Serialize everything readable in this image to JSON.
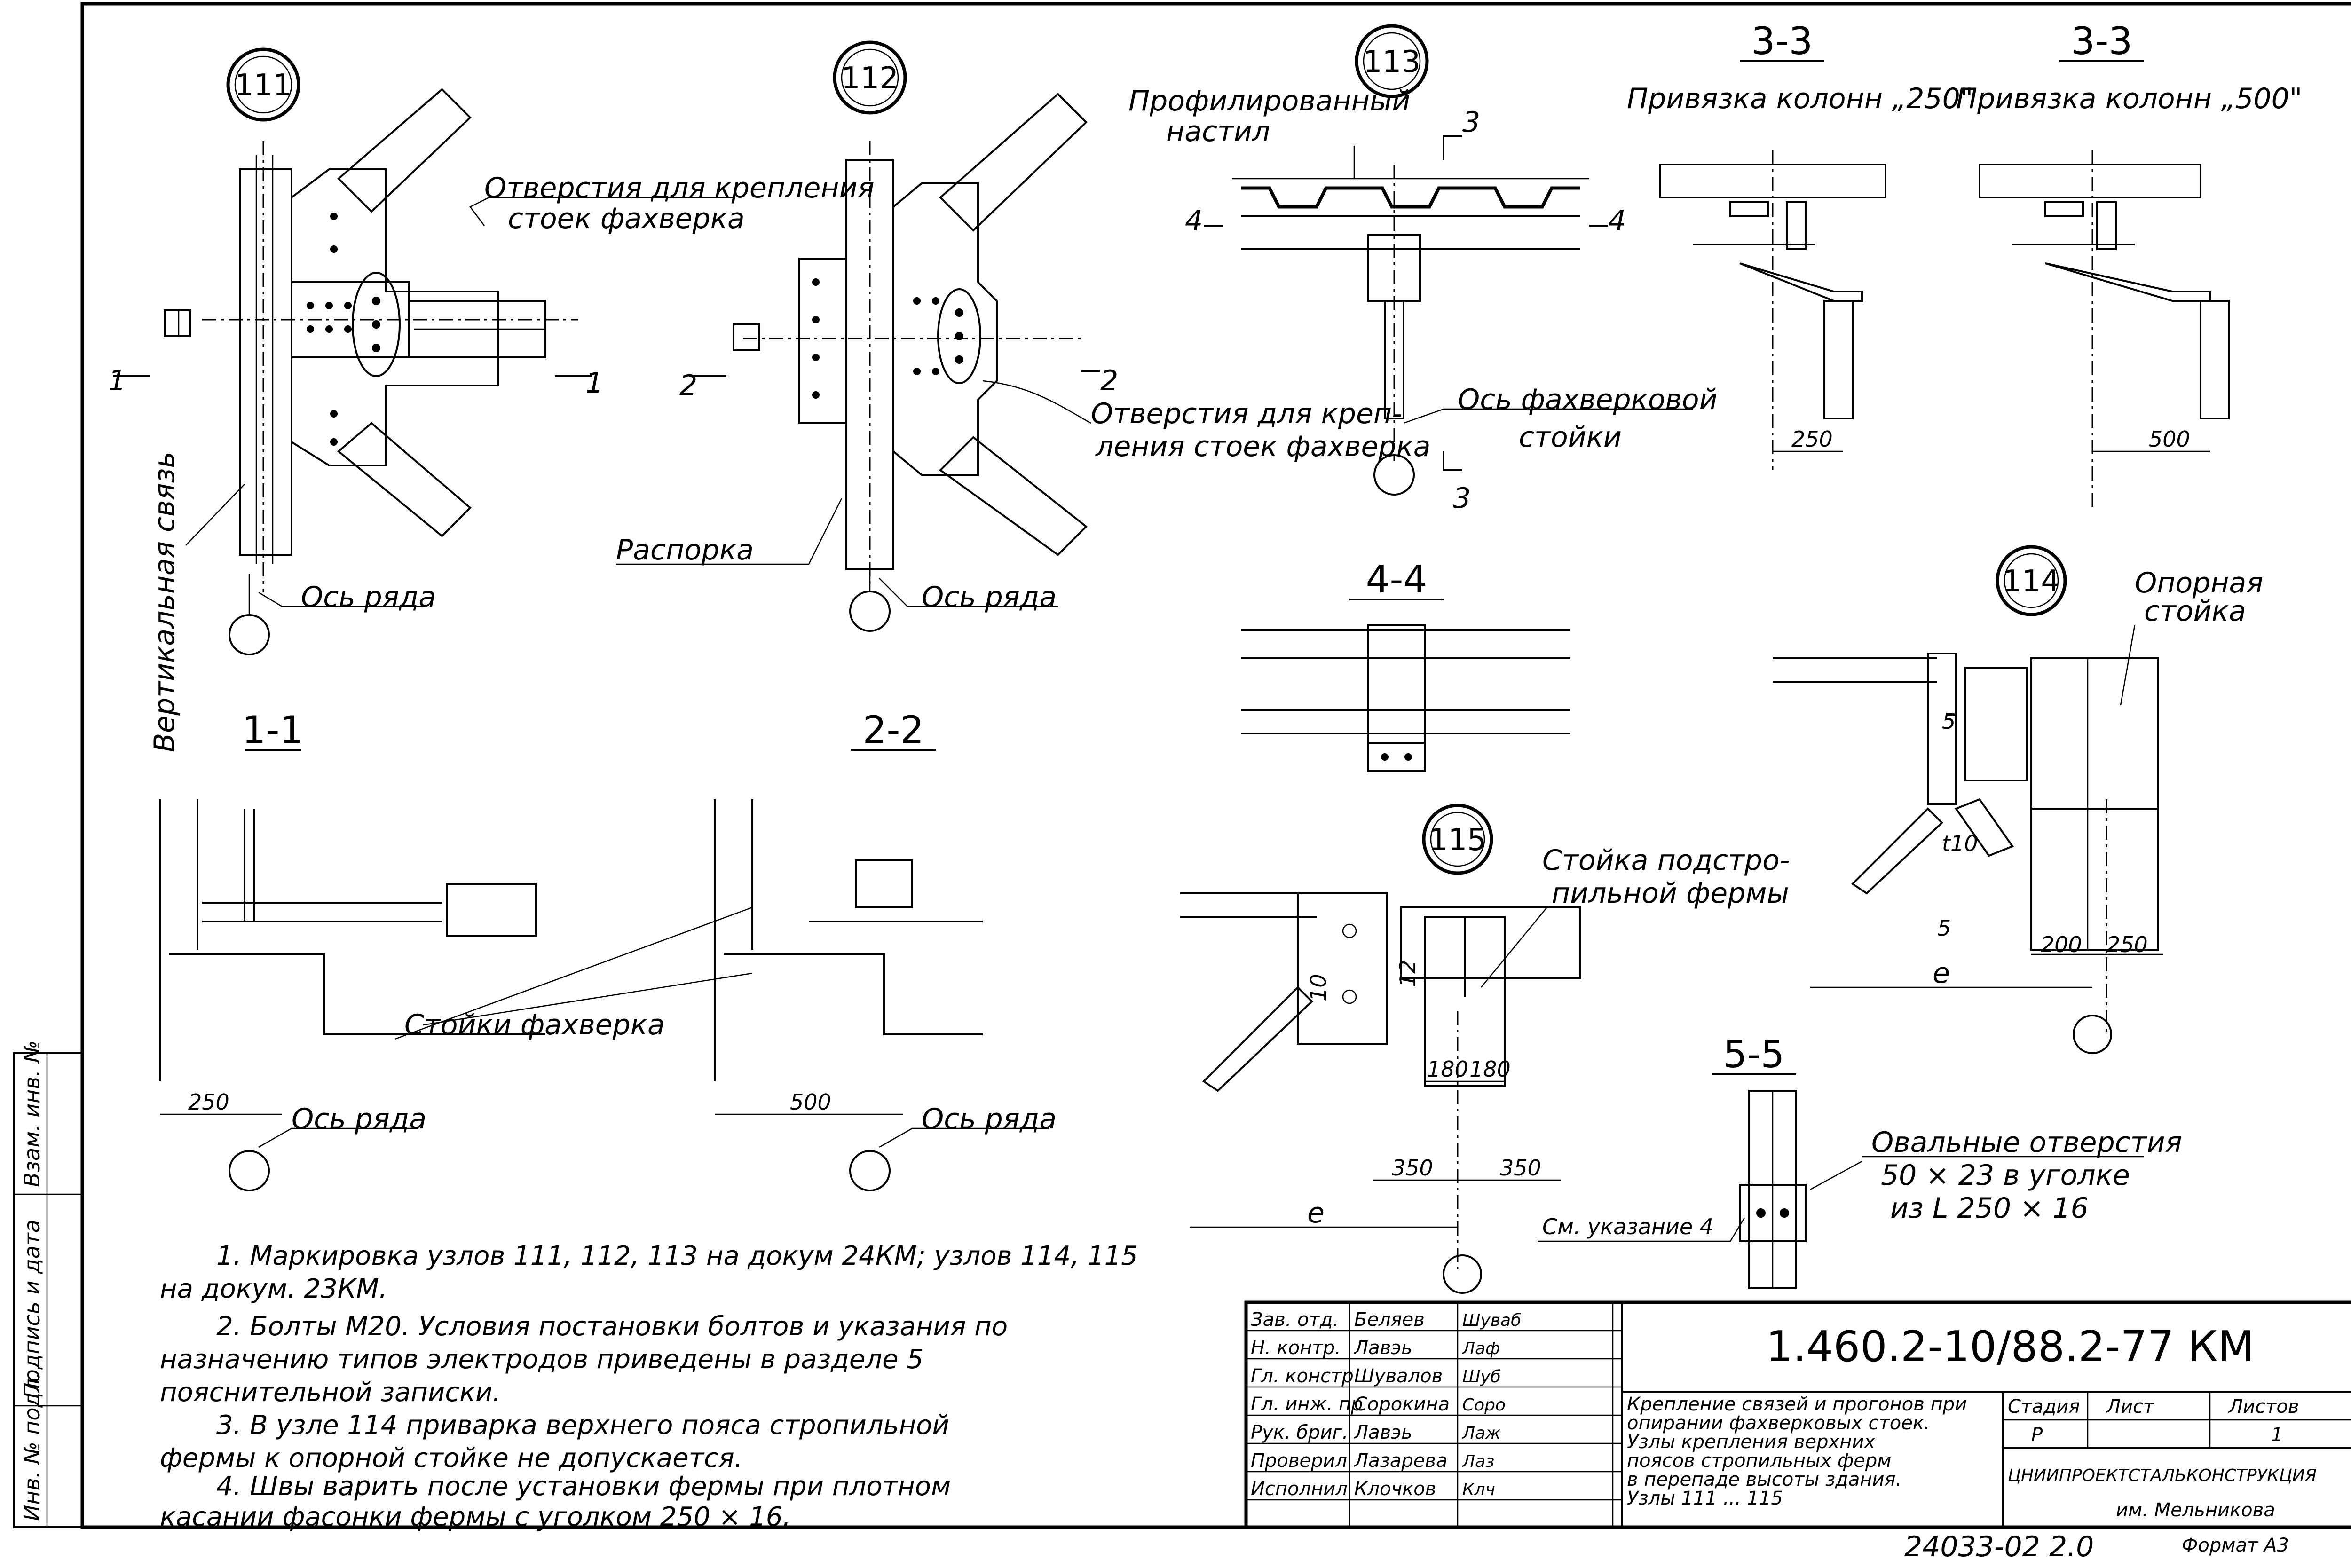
{
  "nodes": {
    "n111": "111",
    "n112": "112",
    "n113": "113",
    "n114": "114",
    "n115": "115"
  },
  "sections": {
    "s11": "1-1",
    "s22": "2-2",
    "s33a": "3-3",
    "s33b": "3-3",
    "s44": "4-4",
    "s55": "5-5"
  },
  "cut_marks": {
    "c1": "1",
    "c2": "2",
    "c3": "3",
    "c4": "4",
    "c5": "5"
  },
  "labels": {
    "holes_111_l1": "Отверстия для крепления",
    "holes_111_l2": "стоек фахверка",
    "vertical_tie": "Вертикальная связь",
    "axis_row_111": "Ось ряда",
    "holes_112_l1": "Отверстия для креп-",
    "holes_112_l2": "ления стоек фахверка",
    "strut": "Распорка",
    "axis_row_112": "Ось ряда",
    "deck_l1": "Профилированный",
    "deck_l2": "настил",
    "axis_frame_l1": "Ось фахверковой",
    "axis_frame_l2": "стойки",
    "col_250": "Привязка колонн „250\"",
    "col_500": "Привязка колонн „500\"",
    "support_l1": "Опорная",
    "support_l2": "стойка",
    "truss_post_l1": "Стойка подстро-",
    "truss_post_l2": "пильной фермы",
    "frame_posts": "Стойки фахверка",
    "axis_row_11": "Ось ряда",
    "axis_row_22": "Ось ряда",
    "oval_l1": "Овальные отверстия",
    "oval_l2": "50 × 23 в уголке",
    "oval_l3": "из L 250 × 16",
    "see_note": "См. указание 4",
    "t10": "t10",
    "dim_e1": "е",
    "dim_e2": "е"
  },
  "dimensions": {
    "d250_33": "250",
    "d500_33": "500",
    "d200": "200",
    "d250_114": "250",
    "d250_11": "250",
    "d500_22": "500",
    "d180a": "180",
    "d180b": "180",
    "d350a": "350",
    "d350b": "350",
    "d10": "10",
    "d12": "12"
  },
  "notes": {
    "n1_l1": "1. Маркировка  узлов 111, 112, 113   на докум 24КМ; узлов  114, 115",
    "n1_l2": "на  докум.  23КМ.",
    "n2_l1": "2. Болты М20. Условия  постановки  болтов   и  указания  по",
    "n2_l2": "назначению  типов  электродов  приведены  в разделе 5",
    "n2_l3": "пояснительной  записки.",
    "n3_l1": "3. В  узле 114   приварка  верхнего  пояса  стропильной",
    "n3_l2": "фермы  к  опорной  стойке  не  допускается.",
    "n4_l1": "4. Швы  варить  после  установки  фермы  при  плотном",
    "n4_l2": "касании  фасонки  фермы  с  уголком   250 × 16."
  },
  "side_stamp": {
    "inv_orig": "Инв. № подл.",
    "sign_date": "Подпись и дата",
    "inv_repl": "Взам. инв. №"
  },
  "title_block": {
    "doc_code": "1.460.2-10/88.2-77 КМ",
    "roles": [
      {
        "role": "Зав. отд.",
        "name": "Беляев",
        "sig": "Шуваб"
      },
      {
        "role": "Н. контр.",
        "name": "Лавэь",
        "sig": "Лаф"
      },
      {
        "role": "Гл. констр.",
        "name": "Шувалов",
        "sig": "Шуб"
      },
      {
        "role": "Гл. инж. пр",
        "name": "Сорокина",
        "sig": "Соро"
      },
      {
        "role": "Рук. бриг.",
        "name": "Лавэь",
        "sig": "Лаж"
      },
      {
        "role": "Проверил",
        "name": "Лазарева",
        "sig": "Лаз"
      },
      {
        "role": "Исполнил",
        "name": "Клочков",
        "sig": "Клч"
      }
    ],
    "desc_l1": "Крепление  связей и прогонов  при",
    "desc_l2": "опирании  фахверковых  стоек.",
    "desc_l3": "Узлы        крепления  верхних",
    "desc_l4": "поясов  стропильных  ферм",
    "desc_l5": "в  перепаде  высоты  здания.",
    "desc_l6": "Узлы  111 ... 115",
    "h_stage": "Стадия",
    "h_sheet": "Лист",
    "h_sheets": "Листов",
    "v_stage": "Р",
    "v_sheets": "1",
    "org1": "ЦНИИПРОЕКТСТАЛЬКОНСТРУКЦИЯ",
    "org2": "им. Мельникова",
    "archive": "24033-02  2.0",
    "format": "Формат А3"
  }
}
